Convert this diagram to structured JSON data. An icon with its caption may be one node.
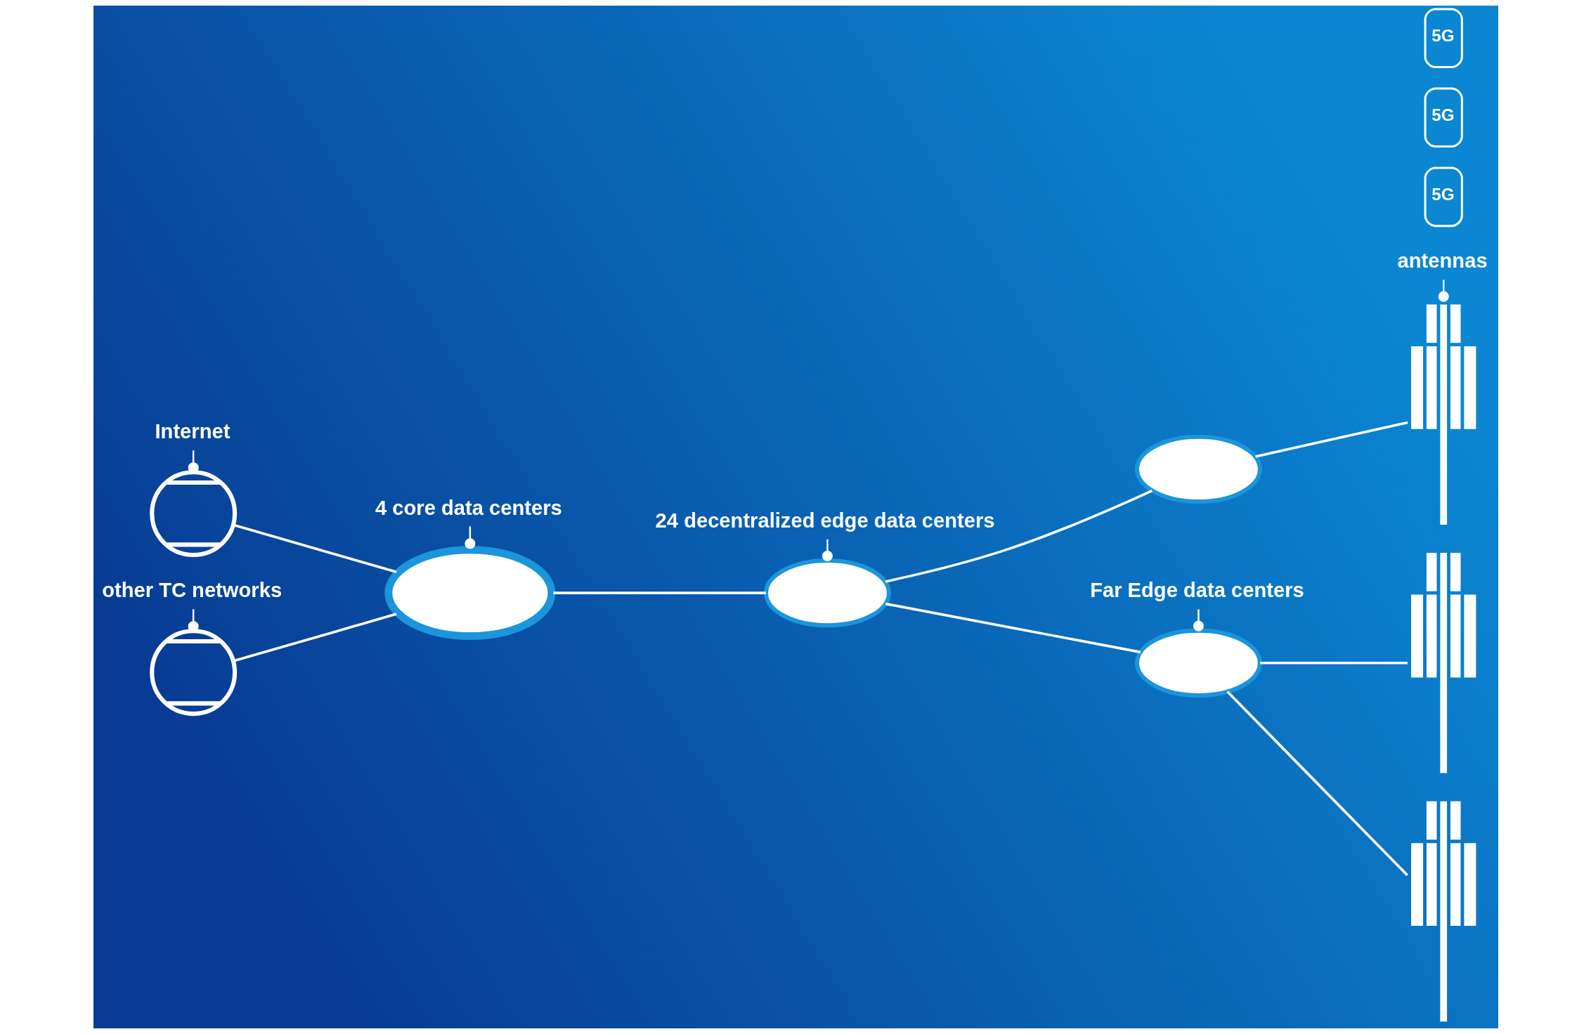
{
  "diagram": {
    "nodes": [
      {
        "text": [
          "Internet"
        ]
      },
      {
        "text": [],
        "shape": "picture"
      },
      {
        "text": [],
        "shape": "picture"
      },
      {
        "text": [
          "other TC networks"
        ]
      },
      {
        "text": [],
        "shape": "cloud"
      },
      {
        "text": [
          "4 core data centers"
        ]
      },
      {
        "text": [
          "24 decentralized edge data centers"
        ]
      },
      {
        "text": [],
        "shape": "cloud"
      },
      {
        "text": [],
        "shape": "cloud"
      },
      {
        "text": [],
        "shape": "cloud"
      },
      {
        "text": [
          "Far Edge data centers"
        ]
      },
      {
        "text": [
          "antennas"
        ]
      },
      {
        "text": [
          "5G"
        ]
      },
      {
        "text": [],
        "shape": "picture"
      },
      {
        "text": [],
        "shape": "picture"
      },
      {
        "text": [
          "5G"
        ]
      },
      {
        "text": [
          "5G"
        ]
      },
      {
        "text": [],
        "shape": "picture"
      }
    ],
    "edges": [
      {
        "from": 0,
        "to": 1,
        "arrow": "other"
      },
      {
        "from": 3,
        "to": 2,
        "arrow": "other"
      },
      {
        "from": 5,
        "to": 4,
        "arrow": "other"
      },
      {
        "from": 6,
        "to": 7,
        "arrow": "other"
      },
      {
        "from": 10,
        "to": 9,
        "arrow": "other"
      },
      {
        "from": 11,
        "to": 13,
        "arrow": "other"
      },
      {
        "from": 1,
        "to": 4,
        "arrow": "none"
      },
      {
        "from": 2,
        "to": 4,
        "arrow": "none"
      },
      {
        "from": 4,
        "to": 7,
        "arrow": "none"
      },
      {
        "from": 7,
        "to": 8,
        "arrow": "none"
      },
      {
        "from": 7,
        "to": 9,
        "arrow": "none"
      },
      {
        "from": 8,
        "to": 13,
        "arrow": "none"
      },
      {
        "from": 9,
        "to": 14,
        "arrow": "none"
      },
      {
        "from": 9,
        "to": 17,
        "arrow": "none"
      }
    ]
  }
}
